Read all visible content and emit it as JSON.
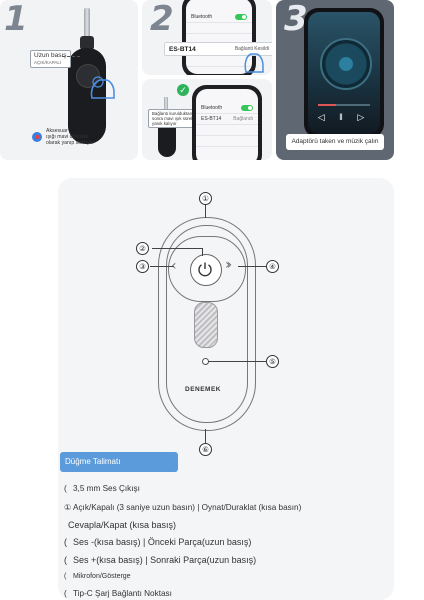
{
  "steps": {
    "step1": {
      "number": "1",
      "callout_long_press": "Uzun basış",
      "callout_power": "AÇIK/KAPALI",
      "callout_blue_line1": "Aksesuar",
      "callout_blue_line2": "ışığı mavi dönüşte",
      "callout_blue_line3": "olarak yanıp sönüyor"
    },
    "step2": {
      "number": "2",
      "device_name": "ES-BT14",
      "device_status": "Bağlanti Kesildi",
      "phone_header": "Bluetooth",
      "phone_row_label": "Bluetooth"
    },
    "step2b": {
      "callout_line1": "Bağlantı kurulduktan",
      "callout_line2": "sonra mavi ışık sürekli",
      "callout_line3": "yanık kalıyor",
      "phone_device": "ES-BT14",
      "phone_status": "Bağlandı"
    },
    "step3": {
      "number": "3",
      "caption": "Adaptörü taken ve müzik çalın"
    }
  },
  "diagram": {
    "brand": "DENEMEK",
    "callouts": [
      "①",
      "②",
      "③",
      "④",
      "⑤",
      "⑥"
    ]
  },
  "legend": {
    "title": "Düğme Talimatı",
    "items": [
      {
        "icon": "(",
        "text": "3,5 mm Ses Çıkışı"
      },
      {
        "icon": "①",
        "text": "Açık/Kapalı (3 saniye uzun basın) | Oynat/Duraklat (kısa basın)"
      },
      {
        "icon": "",
        "text": "Cevapla/Kapat (kısa basış)"
      },
      {
        "icon": "(",
        "text": "Ses -(kısa basış) | Önceki Parça(uzun basış)"
      },
      {
        "icon": "(",
        "text": "Ses +(kısa basış) | Sonraki Parça(uzun basış)"
      },
      {
        "icon": "(",
        "text": "Mikrofon/Gösterge"
      },
      {
        "icon": "(",
        "text": "Tip-C Şarj Bağlantı Noktası"
      }
    ]
  },
  "colors": {
    "accent_blue": "#5b9bdc",
    "toggle_green": "#34c759",
    "dark_device": "#1b1c1f"
  }
}
